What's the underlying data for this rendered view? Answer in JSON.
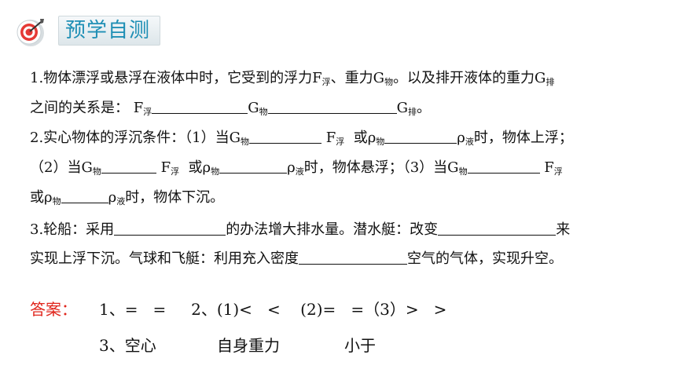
{
  "header": {
    "title": "预学自测",
    "icon": "target-icon"
  },
  "questions": {
    "q1_line1": {
      "prefix": "1.物体漂浮或悬浮在液体中时，它受到的浮力F",
      "sub1": "浮",
      "mid1": "、重力G",
      "sub2": "物",
      "mid2": "。以及排开液体的重力G",
      "sub3": "排"
    },
    "q1_line2": {
      "text": "之间的关系是：  F",
      "sub1": "浮",
      "g1": "G",
      "sub2": "物",
      "g2": "G",
      "sub3": "排",
      "end": "。"
    },
    "q2_line1": {
      "text": "2.实心物体的浮沉条件：（1）当G",
      "sub1": "物",
      "f": "F",
      "sub2": "浮",
      "or": "或ρ",
      "sub3": "物",
      "rho": "ρ",
      "sub4": "液",
      "end": "时，物体上浮；"
    },
    "q2_line2": {
      "text": "（2）当G",
      "sub1": "物",
      "f": "F",
      "sub2": "浮",
      "or": "或ρ",
      "sub3": "物",
      "rho": "ρ",
      "sub4": "液",
      "mid": "时，物体悬浮；（3）当G",
      "sub5": "物",
      "f2": "F",
      "sub6": "浮"
    },
    "q2_line3": {
      "text": "或ρ",
      "sub1": "物",
      "rho": "ρ",
      "sub2": "液",
      "end": "时，物体下沉。"
    },
    "q3_line1": {
      "text": "3.轮船：采用",
      "mid": "的办法增大排水量。潜水艇：改变",
      "end": "来"
    },
    "q3_line2": {
      "text": "实现上浮下沉。气球和飞艇：利用充入密度",
      "end": "空气的气体，实现升空。"
    }
  },
  "answers": {
    "label": "答案：",
    "line1": "1、=   =     2、(1)<   <    (2)=   =（3）>   >",
    "line2_a": "3、空心",
    "line2_b": "自身重力",
    "line2_c": "小于"
  },
  "colors": {
    "title": "#1f8fb5",
    "answer_label": "#e0241b"
  }
}
